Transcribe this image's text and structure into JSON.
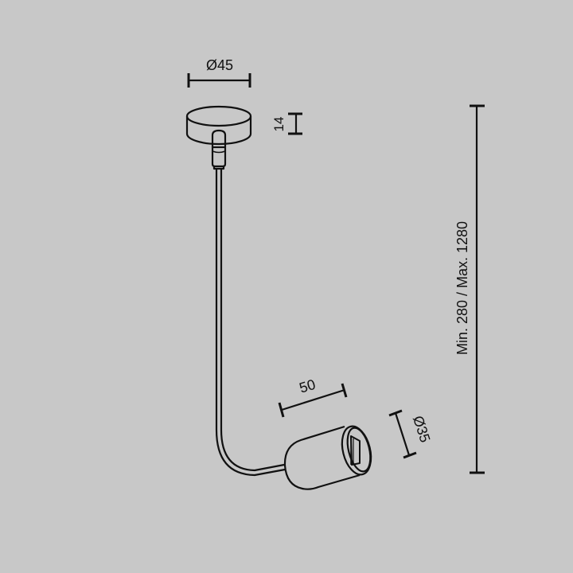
{
  "drawing": {
    "background": "#c8c8c8",
    "stroke_color": "#111111",
    "dimensions": {
      "canopy_diameter": "Ø45",
      "canopy_height": "14",
      "head_length": "50",
      "head_diameter": "Ø35",
      "cable_length": "Min. 280 / Max. 1280"
    }
  }
}
